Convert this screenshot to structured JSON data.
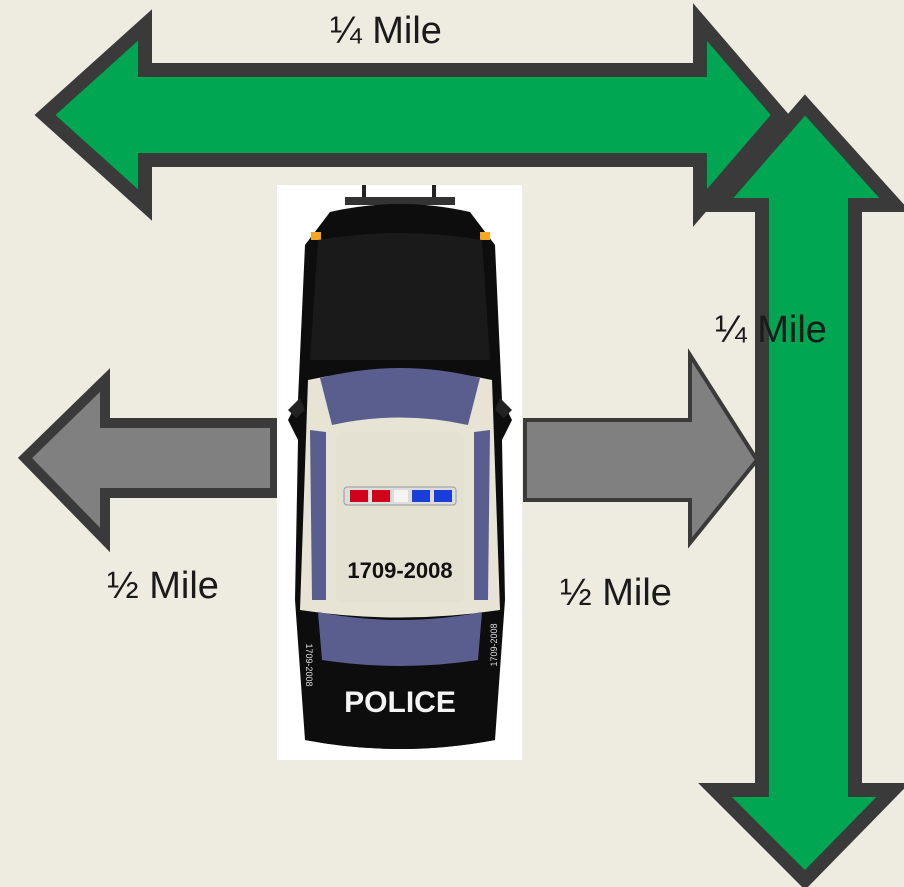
{
  "labels": {
    "top_distance": "¼ Mile",
    "right_distance": "¼ Mile",
    "left_distance": "½ Mile",
    "right_half_distance": "½ Mile"
  },
  "car": {
    "roof_number": "1709-2008",
    "side_number": "1709-2008",
    "hood_text": "POLICE"
  },
  "colors": {
    "background": "#EEECE1",
    "green_arrow": "#00A651",
    "gray_arrow": "#808080",
    "outline": "#3a3a3a"
  }
}
